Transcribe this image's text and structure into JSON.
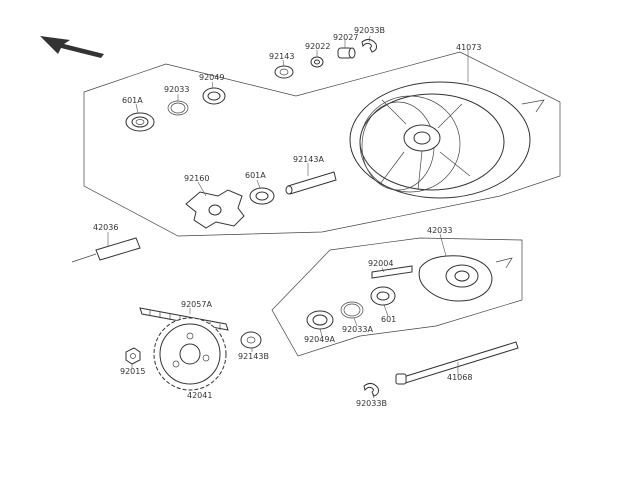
{
  "diagram": {
    "labels": {
      "p92033B_top": "92033B",
      "p92022": "92022",
      "p92027": "92027",
      "p92143": "92143",
      "p41073": "41073",
      "p92049": "92049",
      "p92033": "92033",
      "p601A_top": "601A",
      "p92160": "92160",
      "p601A_mid": "601A",
      "p92143A": "92143A",
      "p42036": "42036",
      "p42033": "42033",
      "p92004": "92004",
      "p601": "601",
      "p92033A": "92033A",
      "p92049A": "92049A",
      "p92057A": "92057A",
      "p92143B": "92143B",
      "p92015": "92015",
      "p42041": "42041",
      "p41068": "41068",
      "p92033B_bot": "92033B"
    },
    "colors": {
      "ink": "#333333",
      "background": "#ffffff"
    }
  }
}
